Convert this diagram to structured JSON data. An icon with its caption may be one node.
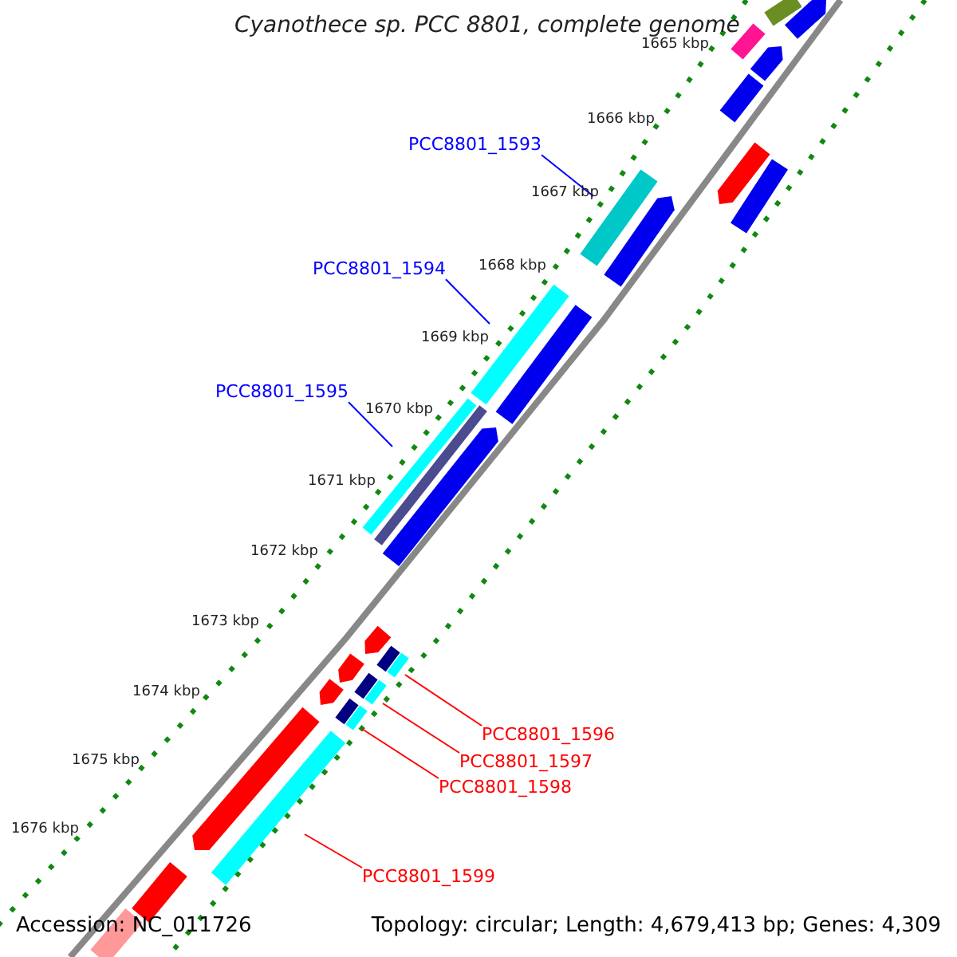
{
  "diagram": {
    "title": "Cyanothece sp. PCC 8801, complete genome",
    "nodes": [
      {
        "text": [
          "PCC8801_1593"
        ]
      },
      {
        "text": [
          "PCC8801_1594"
        ]
      },
      {
        "text": [
          "PCC8801_1595"
        ]
      },
      {
        "text": [
          "PCC8801_1596"
        ]
      },
      {
        "text": [
          "PCC8801_1597"
        ]
      },
      {
        "text": [
          "PCC8801_1598"
        ]
      },
      {
        "text": [
          "PCC8801_1599"
        ]
      },
      {
        "text": [],
        "shape": "bar"
      },
      {
        "text": [],
        "shape": "bar"
      },
      {
        "text": [],
        "shape": "bar"
      },
      {
        "text": [],
        "shape": "bar"
      },
      {
        "text": [],
        "shape": "bar"
      },
      {
        "text": [],
        "shape": "bar"
      },
      {
        "text": [],
        "shape": "bar"
      }
    ],
    "edges": [
      {
        "from": 0,
        "to": 7,
        "arrow": "none",
        "color": "#0000ff"
      },
      {
        "from": 1,
        "to": 8,
        "arrow": "none",
        "color": "#0000ff"
      },
      {
        "from": 2,
        "to": 9,
        "arrow": "none",
        "color": "#0000ff"
      },
      {
        "from": 3,
        "to": 10,
        "arrow": "none"
      },
      {
        "from": 4,
        "to": 11,
        "arrow": "none"
      },
      {
        "from": 5,
        "to": 12,
        "arrow": "none"
      },
      {
        "from": 6,
        "to": 13,
        "arrow": "none"
      }
    ],
    "labels": [
      "1665 kbp",
      "1666 kbp",
      "1667 kbp",
      "1668 kbp",
      "1669 kbp",
      "1670 kbp",
      "1671 kbp",
      "1672 kbp",
      "1673 kbp",
      "1674 kbp",
      "1675 kbp",
      "1676 kbp",
      "Accession: NC_011726",
      "Topology: circular; Length: 4,679,413 bp; Genes: 4,309"
    ]
  }
}
